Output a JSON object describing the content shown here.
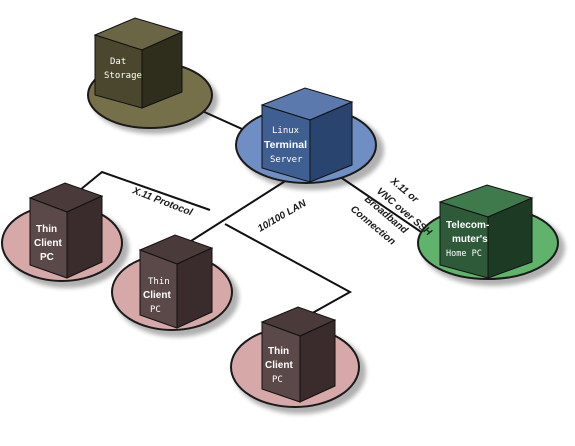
{
  "nodes": {
    "data_storage": {
      "line1": "Dat",
      "line2": "Storage",
      "disc_color": "#76704a",
      "box_color": "#4b472e"
    },
    "terminal_server": {
      "line1": "Linux",
      "line2": "Terminal",
      "line3": "Server",
      "disc_color": "#6f8fc4",
      "box_color": "#3f5f92"
    },
    "home_pc": {
      "line1": "Telecom-",
      "line2": "muter's",
      "line3": "Home PC",
      "disc_color": "#5fb36a",
      "box_color": "#2e5a3a"
    },
    "thin_client_1": {
      "line1": "Thin",
      "line2": "Client",
      "line3": "PC",
      "disc_color": "#d6a8a8",
      "box_color": "#5b4848"
    },
    "thin_client_2": {
      "line1": "Thin",
      "line2": "Client",
      "line3": "PC",
      "disc_color": "#d6a8a8",
      "box_color": "#5b4848"
    },
    "thin_client_3": {
      "line1": "Thin",
      "line2": "Client",
      "line3": "PC",
      "disc_color": "#d6a8a8",
      "box_color": "#5b4848"
    }
  },
  "connections": {
    "x11_protocol": "X.11 Protocol",
    "lan": "10/100 LAN",
    "remote_line1": "X.11 or",
    "remote_line2": "VNC over SSH",
    "broadband_line1": "Broadband",
    "broadband_line2": "Connection"
  },
  "line_color": "#111111"
}
